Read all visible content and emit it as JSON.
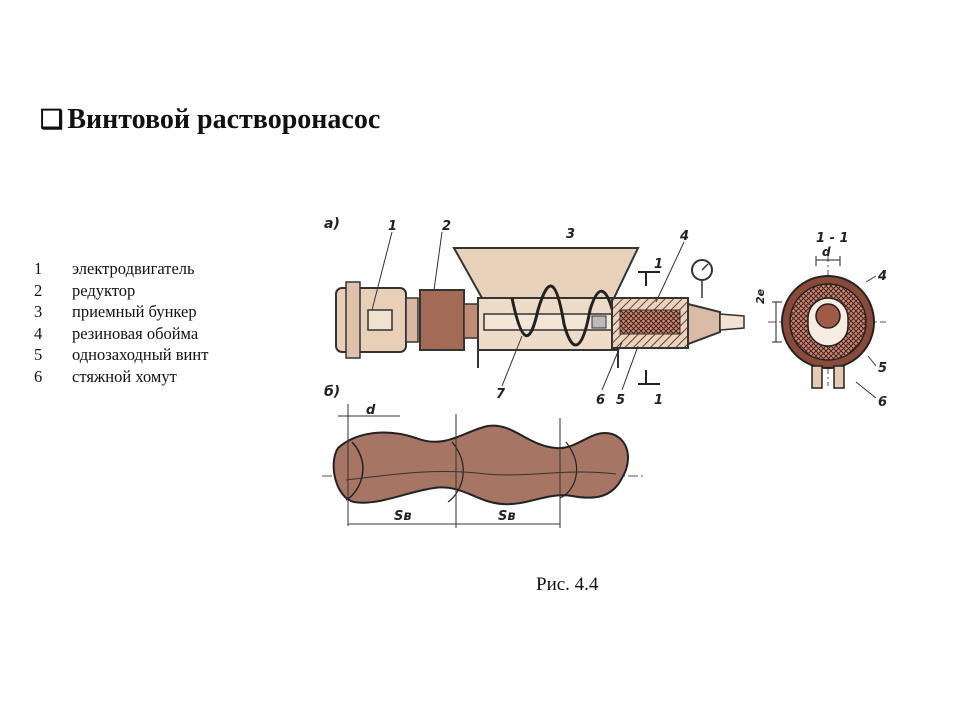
{
  "title": {
    "bullet": "❑",
    "text": "Винтовой растворонасос"
  },
  "legend": [
    {
      "num": "1",
      "label": "электродвигатель"
    },
    {
      "num": "2",
      "label": "редуктор"
    },
    {
      "num": "3",
      "label": "приемный бункер"
    },
    {
      "num": "4",
      "label": "резиновая обойма"
    },
    {
      "num": "5",
      "label": "однозаходный винт"
    },
    {
      "num": "6",
      "label": "стяжной хомут"
    }
  ],
  "figure": {
    "view_a": "а)",
    "view_b": "б)",
    "section": "1 - 1",
    "part_labels": [
      "1",
      "2",
      "3",
      "4",
      "7",
      "6",
      "5",
      "1",
      "1"
    ],
    "section_labels": [
      "d",
      "4",
      "2e",
      "5",
      "6"
    ],
    "screw_labels": [
      "d",
      "Sв",
      "Sв"
    ]
  },
  "caption": "Рис. 4.4"
}
